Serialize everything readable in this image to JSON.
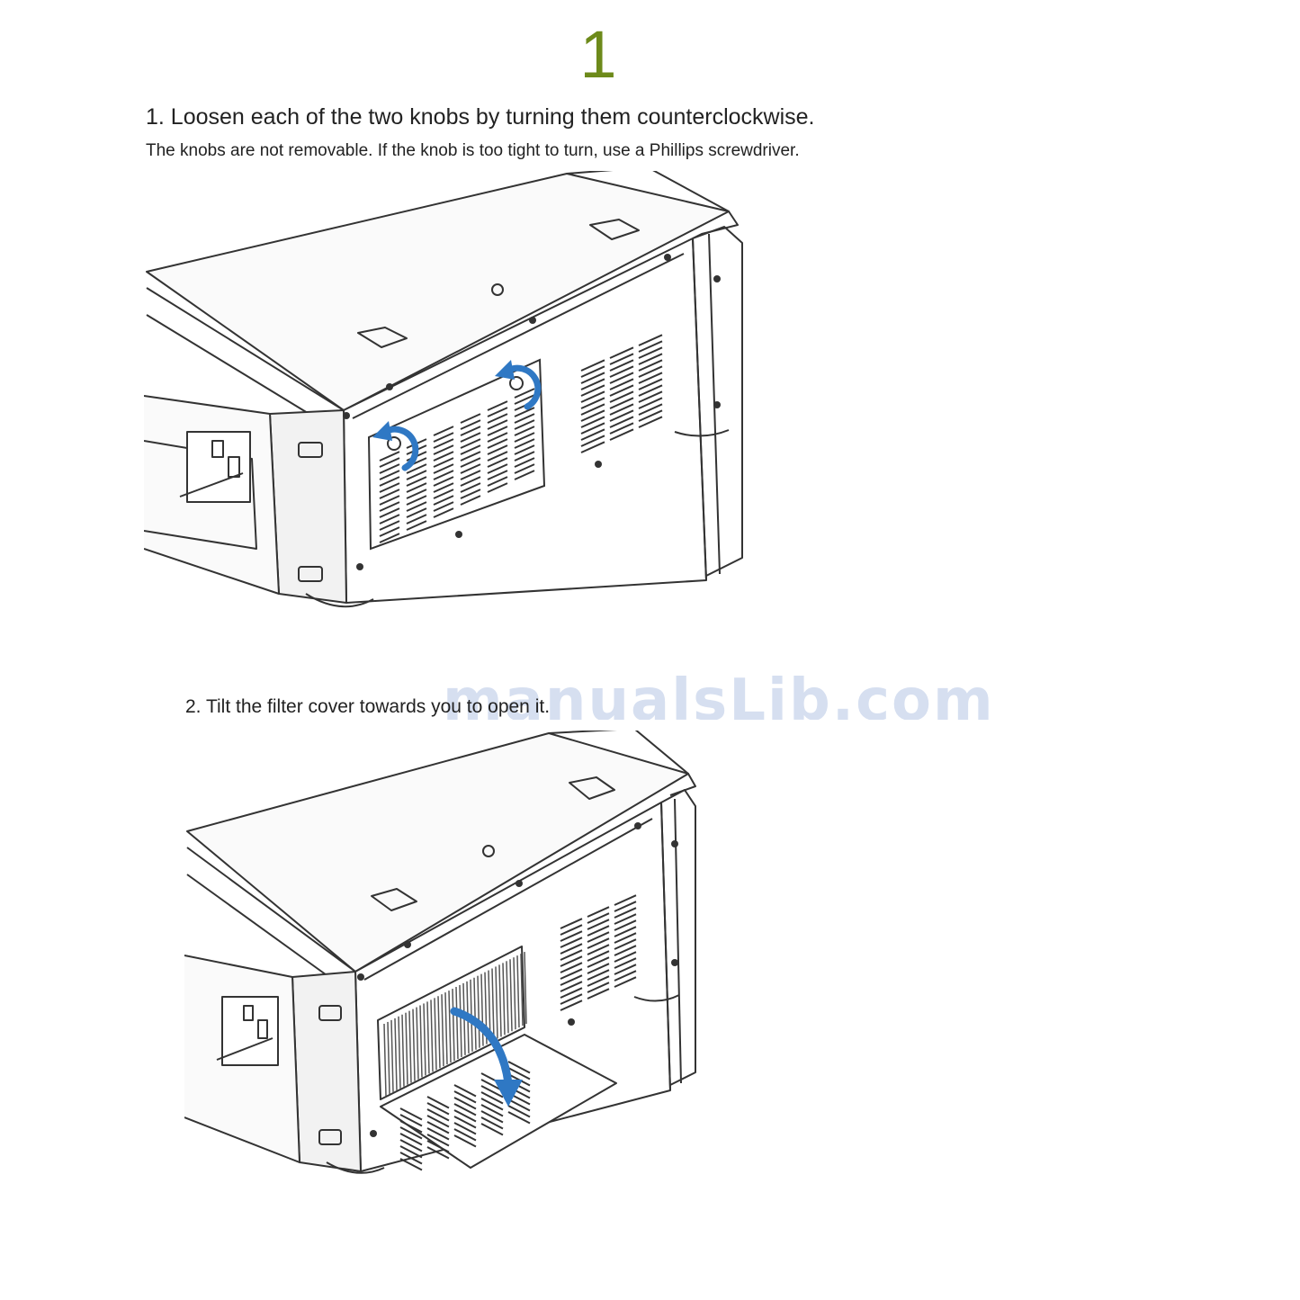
{
  "step_number": "1",
  "steps": [
    {
      "title": "1. Loosen each of the two knobs by turning them counterclockwise.",
      "note": "The knobs are not removable. If the knob is too tight to turn, use a Phillips screwdriver."
    },
    {
      "title": "2. Tilt the filter cover towards you to open it."
    }
  ],
  "watermark": "manualsLib.com",
  "colors": {
    "step_number": "#6d8a1a",
    "arrow": "#2f78c4",
    "line": "#333333"
  },
  "icons": {
    "knob_arrows": "counterclockwise-arrow-icon",
    "open_arrow": "curved-down-arrow-icon"
  }
}
